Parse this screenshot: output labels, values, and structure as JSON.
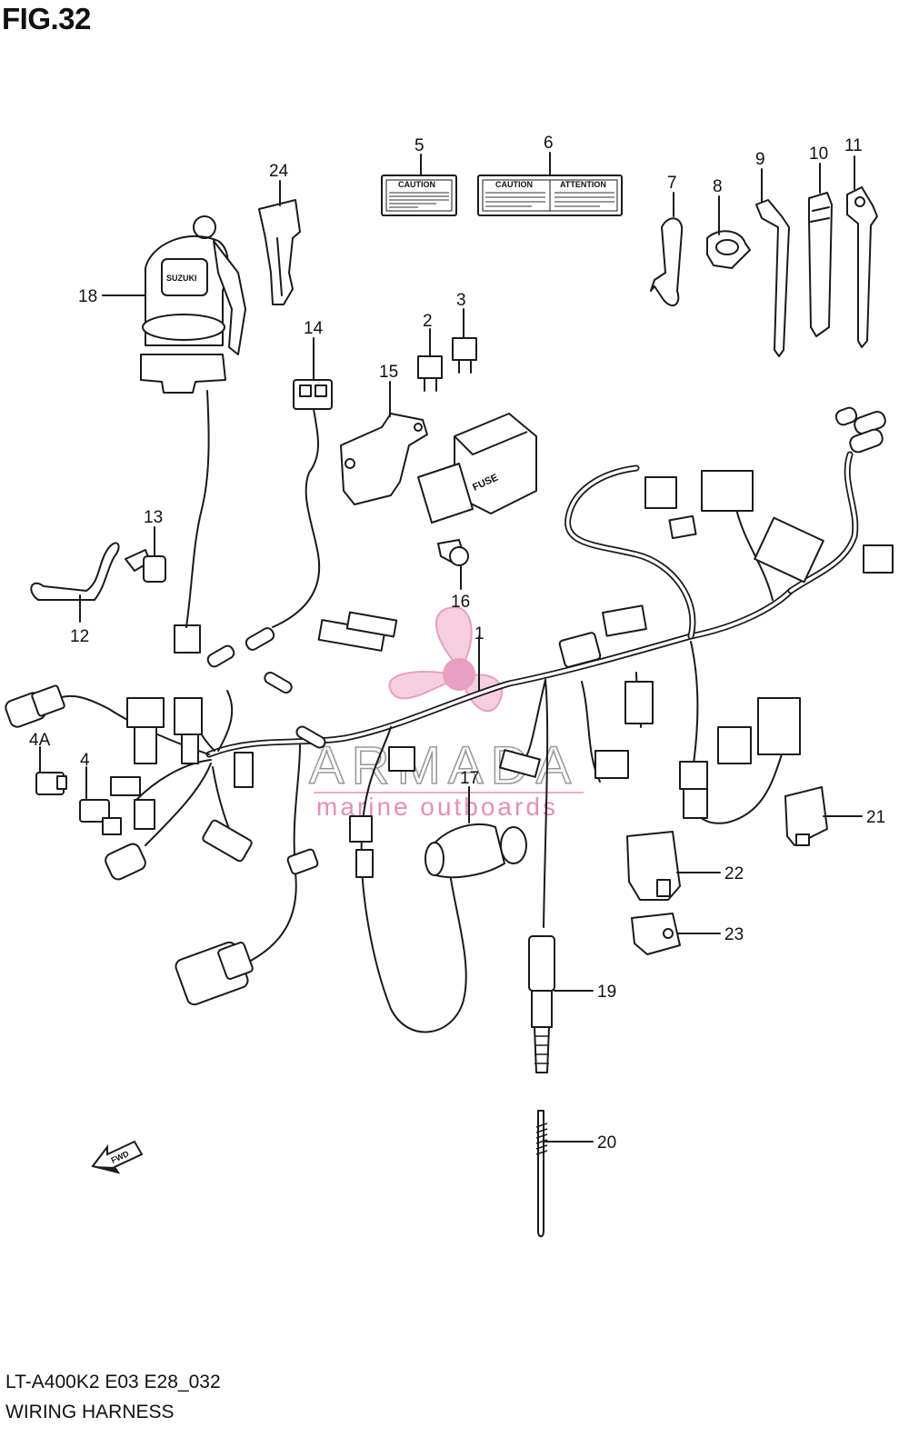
{
  "figure": {
    "title": "FIG.32",
    "model_code": "LT-A400K2 E03 E28_032",
    "caption": "WIRING HARNESS"
  },
  "callouts": {
    "c1": "1",
    "c2": "2",
    "c3": "3",
    "c4": "4",
    "c4a": "4A",
    "c5": "5",
    "c6": "6",
    "c7": "7",
    "c8": "8",
    "c9": "9",
    "c10": "10",
    "c11": "11",
    "c12": "12",
    "c13": "13",
    "c14": "14",
    "c15": "15",
    "c16": "16",
    "c17": "17",
    "c18": "18",
    "c19": "19",
    "c20": "20",
    "c21": "21",
    "c22": "22",
    "c23": "23",
    "c24": "24"
  },
  "part_text": {
    "caution_label_small": "CAUTION",
    "caution_label_large": "CAUTION",
    "attention_label": "ATTENTION",
    "fuse_box": "FUSE",
    "fwd_arrow": "FWD",
    "key_brand": "SUZUKI"
  },
  "watermark": {
    "name": "ARMADA",
    "tagline": "marine outboards",
    "accent_color": "#e58fb8"
  }
}
